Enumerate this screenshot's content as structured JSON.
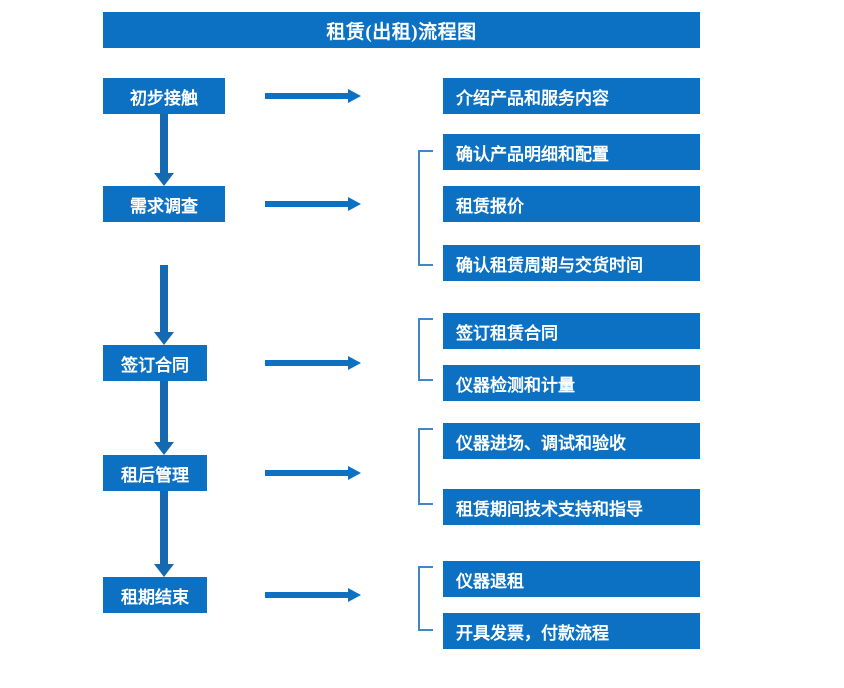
{
  "title": {
    "text": "租赁(出租)流程图"
  },
  "colors": {
    "brand_blue": "#0C71C3",
    "arrow_blue": "#1569B0",
    "bracket_blue": "#3F87C9",
    "box_text": "#FFFFFF",
    "background": "#FFFFFF"
  },
  "stages": [
    {
      "label": "初步接触"
    },
    {
      "label": "需求调查"
    },
    {
      "label": "签订合同"
    },
    {
      "label": "租后管理"
    },
    {
      "label": "租期结束"
    }
  ],
  "tasks": [
    {
      "label": "介绍产品和服务内容"
    },
    {
      "label": "确认产品明细和配置"
    },
    {
      "label": "租赁报价"
    },
    {
      "label": "确认租赁周期与交货时间"
    },
    {
      "label": "签订租赁合同"
    },
    {
      "label": "仪器检测和计量"
    },
    {
      "label": "仪器进场、调试和验收"
    },
    {
      "label": "租赁期间技术支持和指导"
    },
    {
      "label": "仪器退租"
    },
    {
      "label": "开具发票，付款流程"
    }
  ]
}
